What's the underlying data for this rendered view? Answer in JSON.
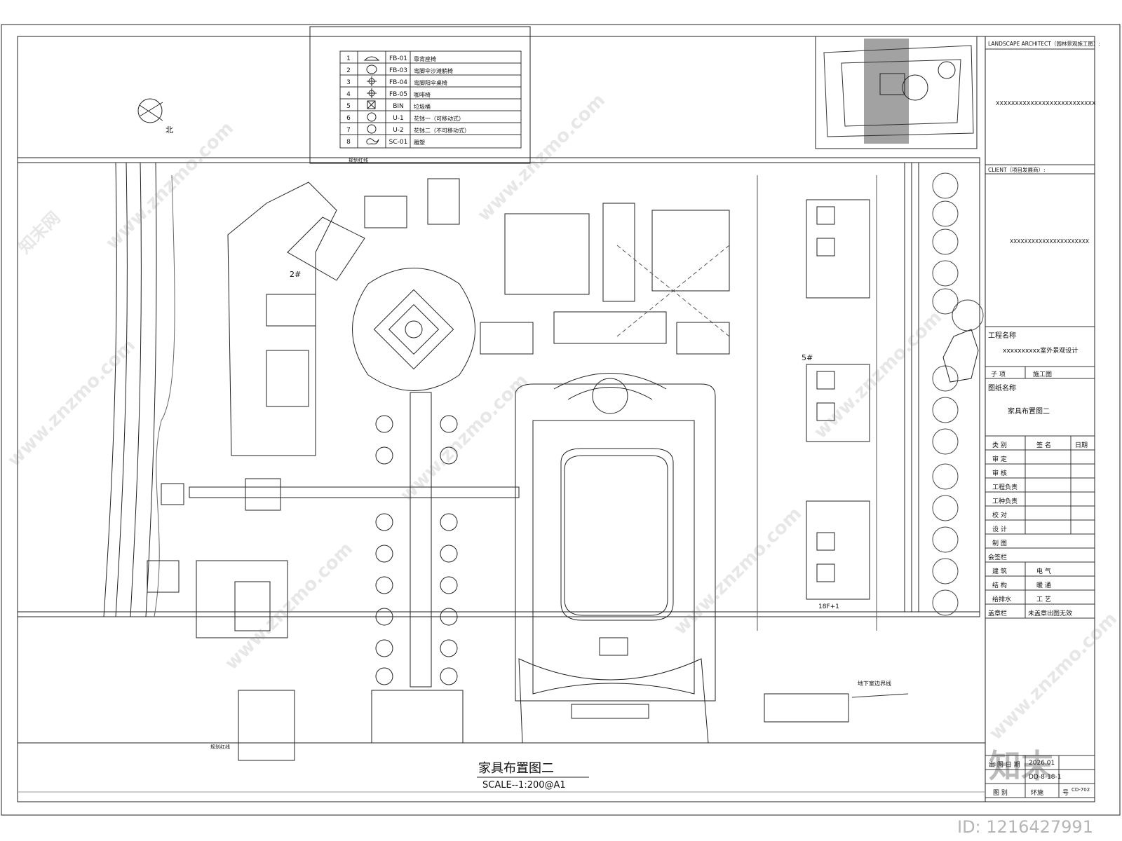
{
  "legend": {
    "rows": [
      {
        "no": "1",
        "code": "FB-01",
        "desc": "靠背座椅"
      },
      {
        "no": "2",
        "code": "FB-03",
        "desc": "弯脚伞沙滩躺椅"
      },
      {
        "no": "3",
        "code": "FB-04",
        "desc": "弯脚阳伞桌椅"
      },
      {
        "no": "4",
        "code": "FB-05",
        "desc": "咖啡椅"
      },
      {
        "no": "5",
        "code": "BIN",
        "desc": "垃圾桶"
      },
      {
        "no": "6",
        "code": "U-1",
        "desc": "花钵一（可移动式）"
      },
      {
        "no": "7",
        "code": "U-2",
        "desc": "花钵二（不可移动式）"
      },
      {
        "no": "8",
        "code": "SC-01",
        "desc": "雕塑"
      }
    ]
  },
  "north_label": "北",
  "plan_labels": {
    "building_2": "2#",
    "building_5": "5#",
    "floors": "18F+1",
    "boundary_top": "规划红线",
    "boundary_bottom": "规划红线",
    "basement_line": "地下室边界线"
  },
  "drawing": {
    "title": "家具布置图二",
    "scale": "SCALE--1:200@A1"
  },
  "title_block": {
    "landscape_architect_label": "LANDSCAPE  ARCHITECT（园林景观施工图）:",
    "landscape_architect_value": "XXXXXXXXXXXXXXXXXXXXXXXXXX",
    "client_label": "CLIENT（项目发展商）:",
    "client_value": "XXXXXXXXXXXXXXXXXXXXXX",
    "project_label": "工程名称",
    "project_value": "xxxxxxxxxx室外景观设计",
    "subitem_label": "子  项",
    "subitem_value": "施工图",
    "drawing_name_label": "图纸名称",
    "drawing_name_value": "家具布置图二",
    "sign_header": [
      "类  别",
      "签  名",
      "日期"
    ],
    "sign_rows": [
      "审  定",
      "审  核",
      "工程负责",
      "工种负责",
      "校  对",
      "设  计",
      "制  图"
    ],
    "countersign_label": "会签栏",
    "countersign_rows": [
      [
        "建  筑",
        "电  气"
      ],
      [
        "结  构",
        "暖  通"
      ],
      [
        "给排水",
        "工  艺"
      ]
    ],
    "seal_label": "盖章栏",
    "seal_value": "未盖章出图无效",
    "issue_date_label": "出 图 日 期",
    "issue_date_value": "2026.01",
    "drawing_no_partial": "DD-8-18-1",
    "sheet_code": "CD-702",
    "category_label": "图 别",
    "category_value": "环施",
    "number_label": "号"
  },
  "watermark": {
    "site": "www.znzmo.com",
    "brand": "知末网",
    "logo": "知末",
    "id": "ID: 1216427991"
  }
}
